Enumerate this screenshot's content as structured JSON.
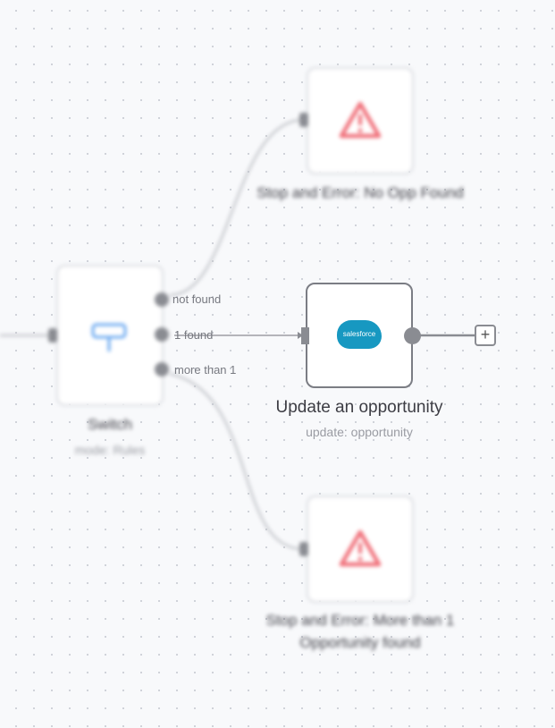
{
  "nodes": {
    "switch": {
      "title": "Switch",
      "subtitle": "mode: Rules",
      "icon": "signpost-icon",
      "outputs": [
        "not found",
        "1 found",
        "more than 1"
      ]
    },
    "stop_no_opp": {
      "title": "Stop and Error: No Opp Found",
      "icon": "warning-icon"
    },
    "update_opp": {
      "title": "Update an opportunity",
      "subtitle": "update: opportunity",
      "icon": "salesforce-logo",
      "logo_text": "salesforce"
    },
    "stop_more": {
      "title": "Stop and Error: More than 1 Opportunity found",
      "icon": "warning-icon"
    }
  },
  "add_button": "+",
  "colors": {
    "error": "#f0707a",
    "salesforce": "#1798c1",
    "switch_icon": "#6aa8f0"
  }
}
